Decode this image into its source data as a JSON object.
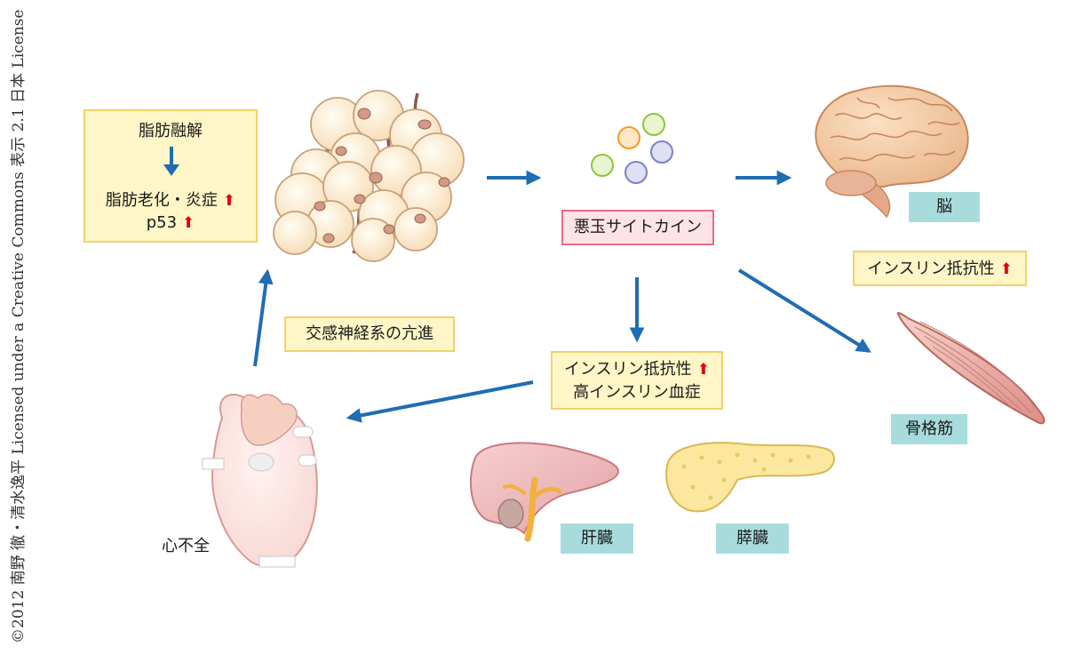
{
  "copyright": "©2012 南野 徹・清水逸平 Licensed under a Creative Commons 表示 2.1 日本 License",
  "lipolysis_box": {
    "line1": "脂肪融解",
    "line2": "脂肪老化・炎症",
    "line3": "p53"
  },
  "cytokine_label": "悪玉サイトカイン",
  "sympathetic_label": "交感神経系の亢進",
  "insulin_resistance_center": {
    "line1": "インスリン抵抗性",
    "line2": "高インスリン血症"
  },
  "brain_label": "脳",
  "brain_insulin_label": "インスリン抵抗性",
  "muscle_label": "骨格筋",
  "liver_label": "肝臓",
  "pancreas_label": "膵臓",
  "heart_label": "心不全",
  "colors": {
    "arrow": "#1f6db3",
    "up_arrow": "#e00012",
    "yellow_fill": "#fff6c7",
    "yellow_border": "#f0d26c",
    "pink_fill": "#fde3e8",
    "pink_border": "#e96c86",
    "teal_fill": "#a8dcdc"
  },
  "icons": [
    "up-arrow-icon",
    "fat-cells-icon",
    "cytokine-balls-icon",
    "brain-icon",
    "muscle-icon",
    "liver-icon",
    "pancreas-icon",
    "heart-icon"
  ]
}
